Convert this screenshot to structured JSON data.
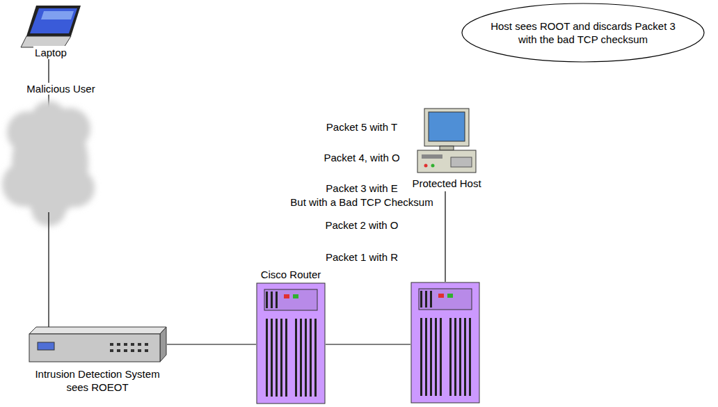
{
  "diagram": {
    "nodes": [
      {
        "text": [
          "Laptop"
        ]
      },
      {
        "text": [
          "Intrusion Detection System sees ROEOT"
        ]
      },
      {
        "text": [
          "Cisco Router"
        ]
      },
      {
        "text": [
          "Protected Host"
        ]
      },
      {
        "text": [
          "Host sees ROOT and discards Packet 3 with the bad TCP checksum"
        ]
      }
    ],
    "edges": [
      {
        "from": 1,
        "to": 2,
        "arrow": "none"
      }
    ],
    "labels": [
      "Malicious User",
      "Packet 5 with T",
      "Packet 4, with O",
      "Packet 3 with E",
      "But with a Bad TCP Checksum",
      "Packet 2 with O",
      "Packet 1 with R"
    ]
  }
}
